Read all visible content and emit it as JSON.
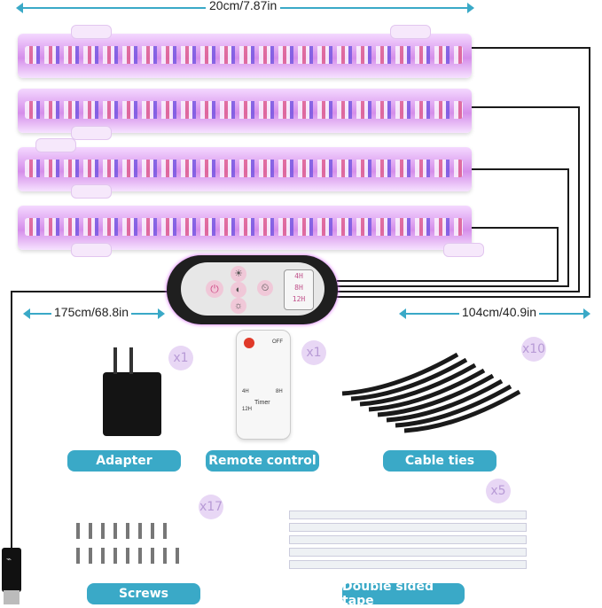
{
  "dimensions": {
    "bar_length": "20cm/7.87in",
    "power_cable": "175cm/68.8in",
    "bar_cable": "104cm/40.9in"
  },
  "controller": {
    "timer_options": [
      "4H",
      "8H",
      "12H"
    ]
  },
  "remote": {
    "off_label": "OFF",
    "timer_label": "Timer",
    "timer_buttons": [
      "4H",
      "8H",
      "12H"
    ]
  },
  "items": [
    {
      "label": "Adapter",
      "quantity": "x1"
    },
    {
      "label": "Remote control",
      "quantity": "x1"
    },
    {
      "label": "Cable ties",
      "quantity": "x10"
    },
    {
      "label": "Screws",
      "quantity": "x17"
    },
    {
      "label": "Double sided tape",
      "quantity": "x5"
    }
  ],
  "colors": {
    "label_bg": "#3aa9c7",
    "badge_bg": "#e8d7f5",
    "bar_glow": "#d58eea",
    "dimension_line": "#3aa9c7"
  }
}
